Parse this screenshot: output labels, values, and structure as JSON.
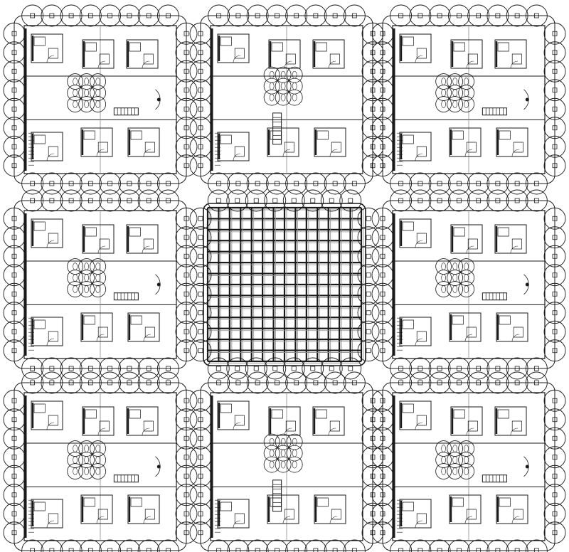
{
  "drawing": {
    "kind": "architectural-floor-plan",
    "style": "black-linework-on-white",
    "colors": {
      "ink": "#1a1a1a",
      "paper": "#ffffff",
      "grey": "#8a8a8a"
    },
    "tiles": [
      {
        "id": "tl",
        "type": "residential-block"
      },
      {
        "id": "tc",
        "type": "residential-block-central-stair"
      },
      {
        "id": "tr",
        "type": "residential-block"
      },
      {
        "id": "ml",
        "type": "residential-block"
      },
      {
        "id": "mc",
        "type": "grid-courtyard"
      },
      {
        "id": "mr",
        "type": "residential-block"
      },
      {
        "id": "bl",
        "type": "residential-block"
      },
      {
        "id": "bc",
        "type": "residential-block-central-stair"
      },
      {
        "id": "br",
        "type": "residential-block"
      }
    ],
    "columns_per_side": 8,
    "courtyard_grid_divisions": 14,
    "inner_column_cluster": "3x3"
  }
}
